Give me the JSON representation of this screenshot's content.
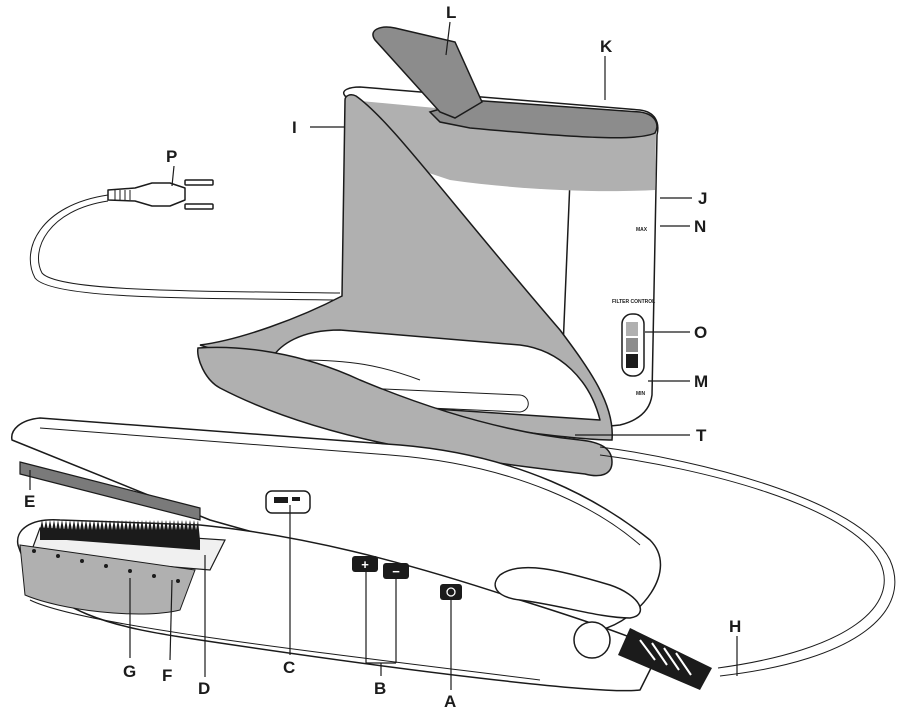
{
  "callouts": {
    "A": "A",
    "B": "B",
    "C": "C",
    "D": "D",
    "E": "E",
    "F": "F",
    "G": "G",
    "H": "H",
    "I": "I",
    "J": "J",
    "K": "K",
    "L": "L",
    "M": "M",
    "N": "N",
    "O": "O",
    "P": "P",
    "T": "T"
  },
  "tank_markings": {
    "max": "MAX",
    "min": "MIN",
    "filter_control": "FILTER CONTROL"
  },
  "colors": {
    "outline": "#1b1b1b",
    "shading": "#b0b0b0",
    "dark_shading": "#8c8c8c",
    "background": "#ffffff"
  }
}
